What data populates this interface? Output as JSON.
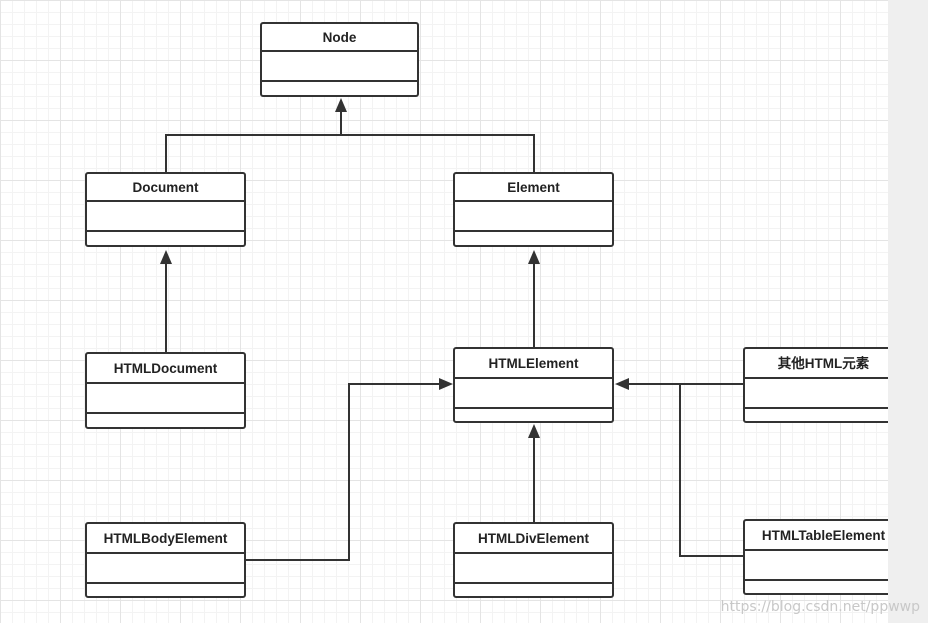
{
  "diagram": {
    "classes": {
      "node": "Node",
      "document": "Document",
      "element": "Element",
      "html_document": "HTMLDocument",
      "html_element": "HTMLElement",
      "other_html_elements": "其他HTML元素",
      "html_body_element": "HTMLBodyElement",
      "html_div_element": "HTMLDivElement",
      "html_table_element": "HTMLTableElement"
    },
    "relationship": "generalization",
    "line_color": "#333333",
    "grid_color": "#e4e4e4"
  },
  "watermark": "https://blog.csdn.net/ppwwp"
}
